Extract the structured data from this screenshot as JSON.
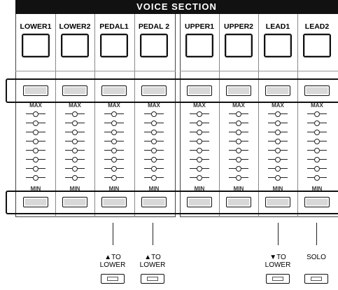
{
  "header": {
    "title": "VOICE SECTION"
  },
  "voices": [
    {
      "label": "LOWER1"
    },
    {
      "label": "LOWER2"
    },
    {
      "label": "PEDAL1"
    },
    {
      "label": "PEDAL 2"
    },
    {
      "label": "UPPER1"
    },
    {
      "label": "UPPER2"
    },
    {
      "label": "LEAD1"
    },
    {
      "label": "LEAD2"
    }
  ],
  "meter": {
    "max_label": "MAX",
    "min_label": "MIN",
    "led_count": 8
  },
  "bottom_buttons": [
    {
      "line1": "▲TO",
      "line2": "LOWER"
    },
    {
      "line1": "▲TO",
      "line2": "LOWER"
    },
    {
      "line1": "▼TO",
      "line2": "LOWER"
    },
    {
      "line1": "",
      "line2": "SOLO"
    }
  ]
}
